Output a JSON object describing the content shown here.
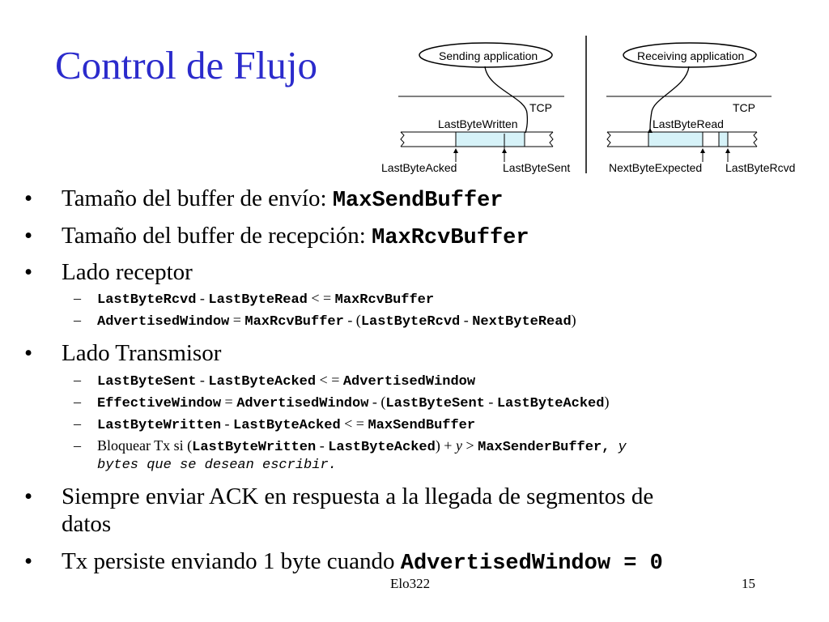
{
  "title": "Control de Flujo",
  "diagram": {
    "sender": {
      "app": "Sending application",
      "tcp": "TCP",
      "written": "LastByteWritten",
      "acked": "LastByteAcked",
      "sent": "LastByteSent"
    },
    "receiver": {
      "app": "Receiving application",
      "tcp": "TCP",
      "read": "LastByteRead",
      "expected": "NextByteExpected",
      "rcvd": "LastByteRcvd"
    }
  },
  "bullets": {
    "b1": {
      "text": "Tamaño del buffer de envío: ",
      "code": "MaxSendBuffer"
    },
    "b2": {
      "text": "Tamaño del buffer de recepción: ",
      "code": "MaxRcvBuffer"
    },
    "b3": {
      "text": "Lado receptor"
    },
    "b3_1": {
      "c1": "LastByteRcvd",
      "op1": " - ",
      "c2": "LastByteRead",
      "op2": " < = ",
      "c3": "MaxRcvBuffer"
    },
    "b3_2": {
      "c1": "AdvertisedWindow",
      "op1": " = ",
      "c2": "MaxRcvBuffer",
      "op2": " - (",
      "c3": "LastByteRcvd",
      "op3": " - ",
      "c4": "NextByteRead",
      "op4": ")"
    },
    "b4": {
      "text": "Lado Transmisor"
    },
    "b4_1": {
      "c1": "LastByteSent",
      "op1": " - ",
      "c2": "LastByteAcked",
      "op2": " < = ",
      "c3": "AdvertisedWindow"
    },
    "b4_2": {
      "c1": "EffectiveWindow",
      "op1": " = ",
      "c2": "AdvertisedWindow",
      "op2": " - (",
      "c3": "LastByteSent",
      "op3": " - ",
      "c4": "LastByteAcked",
      "op4": ")"
    },
    "b4_3": {
      "c1": "LastByteWritten",
      "op1": " - ",
      "c2": "LastByteAcked",
      "op2": " < = ",
      "c3": "MaxSendBuffer"
    },
    "b4_4": {
      "t1": "Bloquear Tx si (",
      "c1": "LastByteWritten",
      "t2": " - ",
      "c2": "LastByteAcked",
      "t3": ") + ",
      "y": "y",
      "t4": " > ",
      "c3": "MaxSenderBuffer,",
      "ci1": " y",
      "ci2": "bytes que se desean escribir."
    },
    "b5": {
      "line1": "Siempre enviar ACK en respuesta a la llegada de segmentos de",
      "line2": "datos"
    },
    "b6": {
      "text": "Tx persiste enviando 1 byte cuando ",
      "code": "AdvertisedWindow = 0"
    },
    "bullet_mark": "•",
    "dash_mark": "–"
  },
  "footer": {
    "center": "Elo322",
    "page": "15"
  }
}
